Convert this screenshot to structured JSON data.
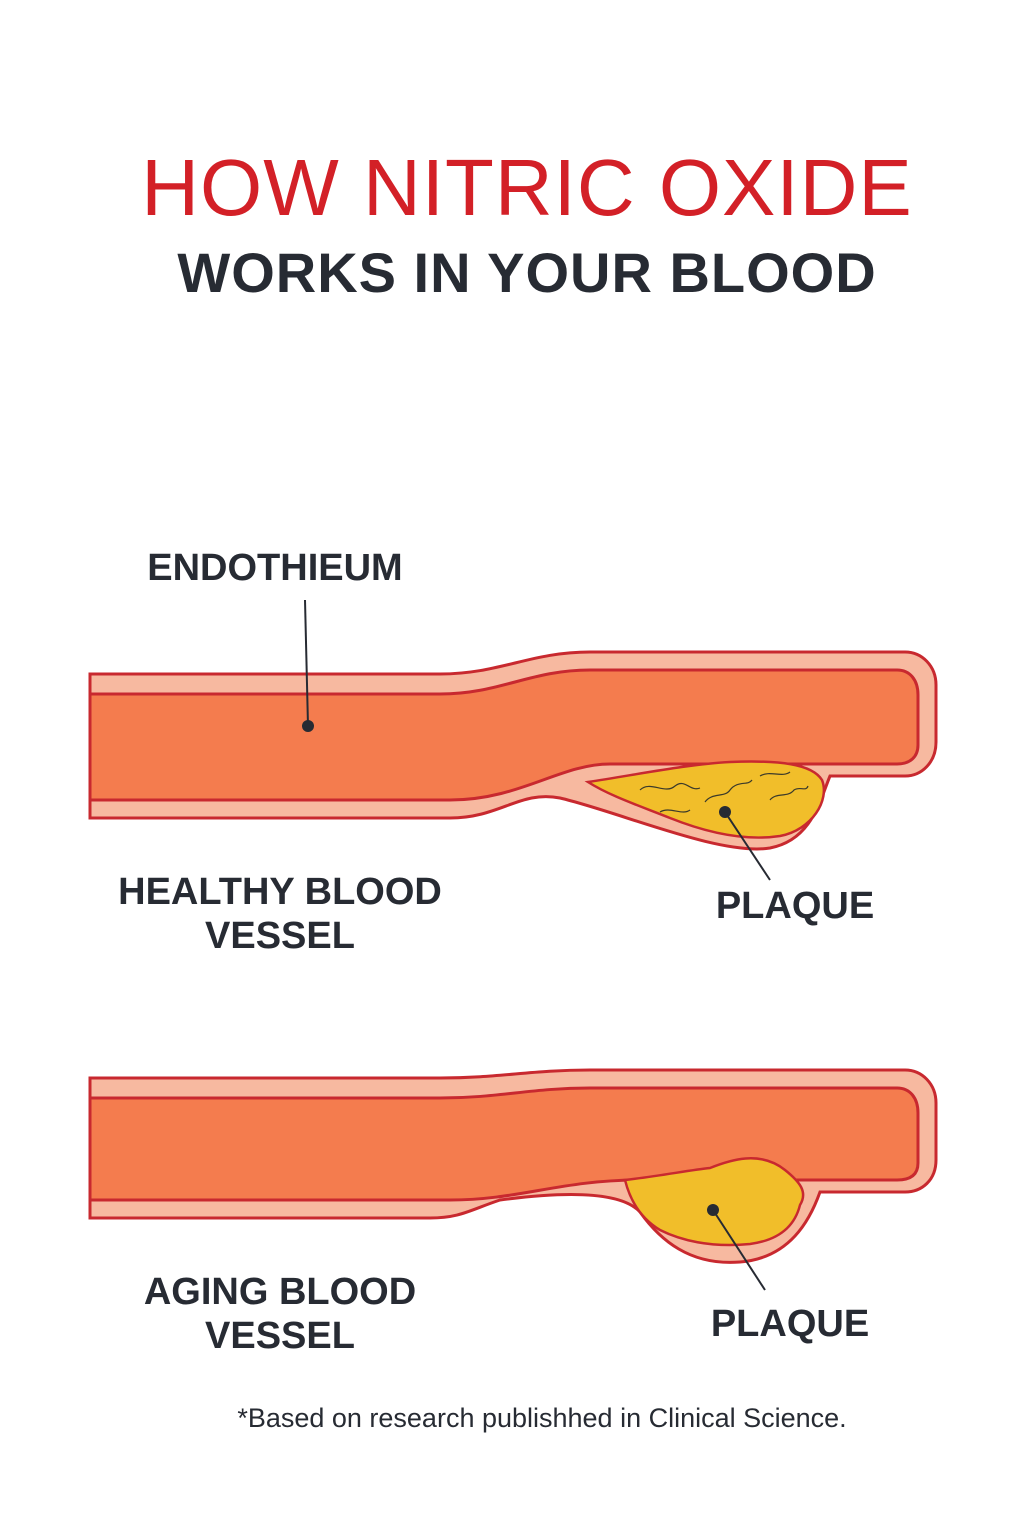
{
  "title": {
    "line1": "HOW NITRIC OXIDE",
    "line2": "WORKS IN YOUR BLOOD"
  },
  "labels": {
    "endothelium": "ENDOTHIEUM",
    "healthy_vessel_line1": "HEALTHY BLOOD",
    "healthy_vessel_line2": "VESSEL",
    "plaque_top": "PLAQUE",
    "aging_vessel_line1": "AGING BLOOD",
    "aging_vessel_line2": "VESSEL",
    "plaque_bottom": "PLAQUE"
  },
  "footnote": "*Based on research publishhed in Clinical Science.",
  "colors": {
    "title_red": "#d32027",
    "text_dark": "#272b33",
    "vessel_wall": "#f7b9a0",
    "vessel_outline": "#c8292f",
    "vessel_lumen": "#f47c4e",
    "plaque_fill": "#f1be2a",
    "plaque_outline": "#a6802a"
  }
}
